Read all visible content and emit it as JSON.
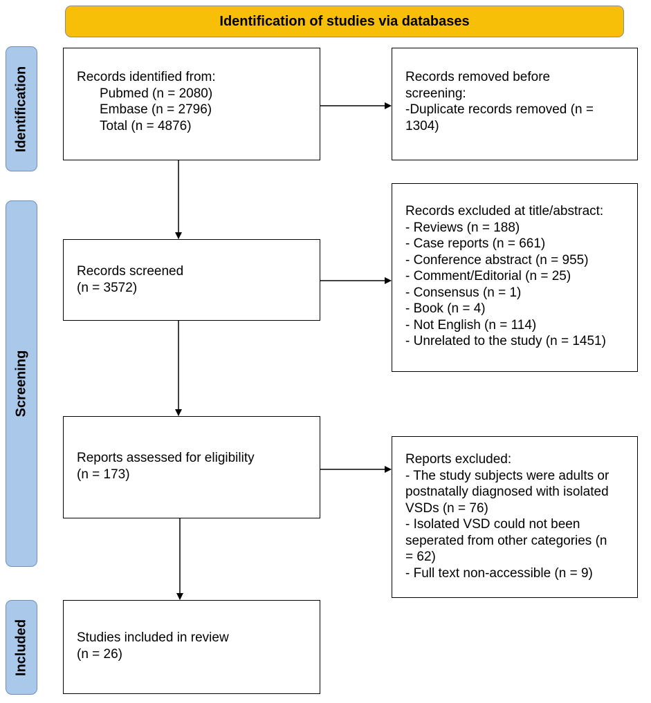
{
  "header": {
    "title": "Identification of studies via databases"
  },
  "phases": {
    "identification": "Identification",
    "screening": "Screening",
    "included": "Included"
  },
  "identified": {
    "heading": "Records identified from:",
    "pubmed": "Pubmed (n = 2080)",
    "embase": "Embase (n = 2796)",
    "total": "Total (n = 4876)"
  },
  "removed": {
    "line1": "Records removed before",
    "line2": "screening:",
    "line3": "-Duplicate records removed  (n =",
    "line4": "1304)"
  },
  "screened": {
    "line1": "Records screened",
    "line2": "(n = 3572)"
  },
  "excluded_title": {
    "heading": "Records excluded at title/abstract:",
    "items": [
      "- Reviews (n = 188)",
      "- Case reports (n = 661)",
      "- Conference abstract (n = 955)",
      "- Comment/Editorial (n = 25)",
      "- Consensus (n = 1)",
      "- Book (n = 4)",
      "- Not English (n = 114)",
      "- Unrelated to the study (n = 1451)"
    ]
  },
  "assessed": {
    "line1": "Reports assessed for eligibility",
    "line2": "(n = 173)"
  },
  "reports_excluded": {
    "lines": [
      "Reports excluded:",
      "- The study subjects were adults or",
      "postnatally diagnosed with isolated",
      "VSDs (n = 76)",
      "- Isolated VSD could not been",
      "seperated from other categories (n",
      "= 62)",
      "- Full text non-accessible (n = 9)"
    ]
  },
  "included": {
    "line1": "Studies included in review",
    "line2": "(n = 26)"
  },
  "colors": {
    "banner": "#f8bf08",
    "phase": "#a9c8ea"
  }
}
